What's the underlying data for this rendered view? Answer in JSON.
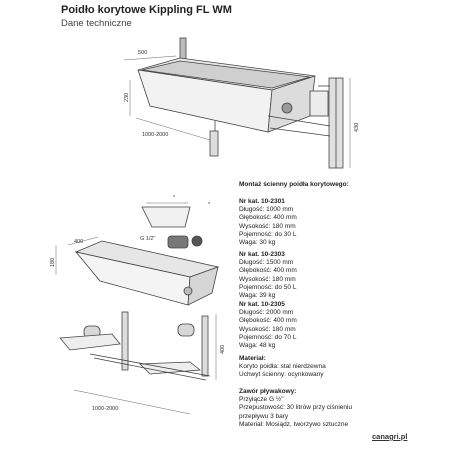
{
  "header": {
    "title": "Poidło korytowe Kippling FL WM",
    "subtitle": "Dane techniczne"
  },
  "drawing_top": {
    "dims": {
      "width": "500",
      "height": "230",
      "length": "1000-2000",
      "side": "430"
    }
  },
  "drawing_mid": {
    "dims": {
      "width": "400",
      "height": "180",
      "valve": "G 1/2\""
    },
    "marks": [
      "*",
      "*"
    ]
  },
  "drawing_bottom": {
    "dims": {
      "length": "1000-2000",
      "side": "400"
    }
  },
  "specs": {
    "mount_title": "Montaż ścienny poidła korytowego:",
    "items": [
      {
        "cat": "Nr kat. 10-2301",
        "lines": [
          "Długość: 1000 mm",
          "Głębokość:  400 mm",
          "Wysokość:  180 mm",
          "Pojemność: do 30 L",
          "Waga: 30 kg"
        ]
      },
      {
        "cat": "Nr kat. 10-2303",
        "lines": [
          "Długość: 1500 mm",
          "Głębokość:  400 mm",
          "Wysokość:  180 mm",
          "Pojemność: do 50 L",
          "Waga: 39 kg"
        ]
      },
      {
        "cat": "Nr kat. 10-2305",
        "lines": [
          "Długość: 2000 mm",
          "Głębokość:  400 mm",
          "Wysokość:  180 mm",
          "Pojemność: do 70 L",
          "Waga: 48 kg"
        ]
      }
    ],
    "material_title": "Materiał:",
    "material_lines": [
      "Koryto poidła: stal nierdzewna",
      "Uchwyt ścienny: ocynkowany"
    ],
    "valve_title": "Zawór pływakowy:",
    "valve_lines": [
      "Przyłącze G ½\"",
      "Przepustowość: 30 litrów przy ciśnieniu",
      "przepływu 3 bary",
      "Materiał: Mosiądz, tworzywo sztuczne"
    ]
  },
  "brand": "canagri.pl"
}
